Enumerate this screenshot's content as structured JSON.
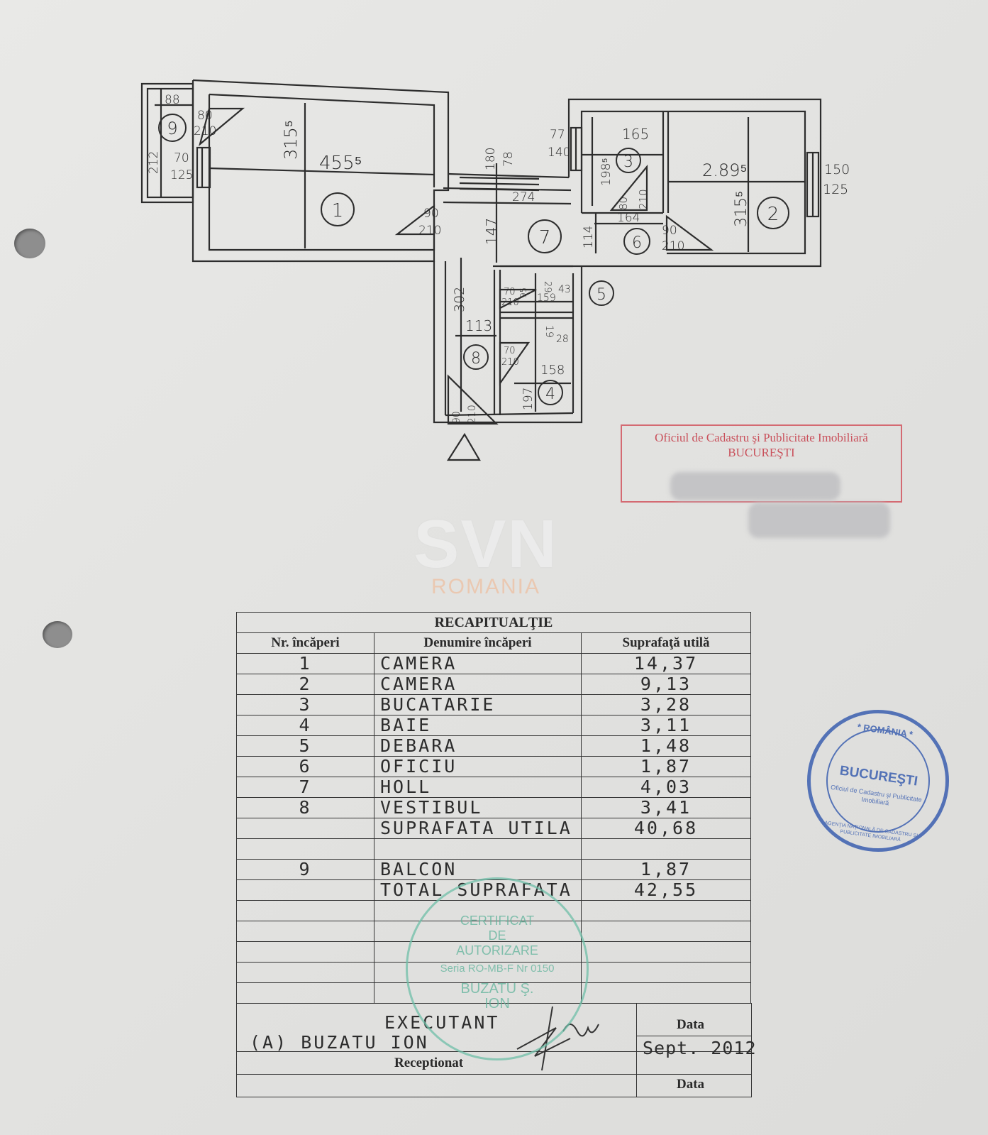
{
  "plan": {
    "rooms": [
      "1",
      "2",
      "3",
      "4",
      "5",
      "6",
      "7",
      "8",
      "9"
    ],
    "dims": {
      "balcony_w": "88",
      "balcony_h": "212",
      "door9_w": "80",
      "door9_h": "210",
      "win1_w": "70",
      "win1_h": "125",
      "room1_h": "315⁵",
      "room1_w": "455⁵",
      "door1_w": "90",
      "door1_h": "210",
      "hall_top1": "180",
      "hall_top2": "78",
      "hall_w": "274",
      "hall_h": "147",
      "win3_w": "77",
      "win3_h": "140",
      "room3_w": "165",
      "room3_h": "198⁵",
      "door3_w": "80",
      "door3_h": "210",
      "room6_w": "164",
      "room6_h": "114",
      "door6_w": "90",
      "door6_h": "210",
      "room2_w": "2.89⁵",
      "room2_h": "315⁵",
      "win2_w": "150",
      "win2_h": "125",
      "corr_h": "302",
      "corr_w": "113",
      "door5_w": "70",
      "door5_h": "210",
      "d5a": "29",
      "d5b": "43",
      "d5c": "95",
      "d5d": "159",
      "d4a": "19",
      "d4b": "28",
      "door4_w": "70",
      "door4_h": "210",
      "room4_w": "158",
      "room4_h": "197",
      "entry_w": "90",
      "entry_h": "210"
    }
  },
  "red_stamp": {
    "line1": "Oficiul de Cadastru şi Publicitate Imobiliară",
    "line2": "BUCUREŞTI"
  },
  "watermark": {
    "logo": "SVN",
    "sub": "ROMANIA"
  },
  "table": {
    "title": "RECAPITUALŢIE",
    "headers": [
      "Nr. încăperi",
      "Denumire încăperi",
      "Suprafaţă utilă"
    ],
    "rows": [
      {
        "nr": "1",
        "name": "CAMERA",
        "area": "14,37"
      },
      {
        "nr": "2",
        "name": "CAMERA",
        "area": "9,13"
      },
      {
        "nr": "3",
        "name": "BUCATARIE",
        "area": "3,28"
      },
      {
        "nr": "4",
        "name": "BAIE",
        "area": "3,11"
      },
      {
        "nr": "5",
        "name": "DEBARA",
        "area": "1,48"
      },
      {
        "nr": "6",
        "name": "OFICIU",
        "area": "1,87"
      },
      {
        "nr": "7",
        "name": "HOLL",
        "area": "4,03"
      },
      {
        "nr": "8",
        "name": "VESTIBUL",
        "area": "3,41"
      },
      {
        "nr": "",
        "name": "SUPRAFATA UTILA",
        "area": "40,68"
      },
      {
        "nr": "",
        "name": "",
        "area": ""
      },
      {
        "nr": "9",
        "name": "BALCON",
        "area": "1,87"
      },
      {
        "nr": "",
        "name": "TOTAL SUPRAFATA",
        "area": "42,55"
      }
    ],
    "executant_label": "EXECUTANT",
    "executant_name": "(A) BUZATU ION",
    "receptionat_label": "Receptionat",
    "data_label": "Data",
    "data_value": "Sept. 2012",
    "data_label2": "Data"
  },
  "green_stamp": {
    "line1": "CERTIFICAT",
    "line2": "DE",
    "line3": "AUTORIZARE",
    "line4": "Seria RO-MB-F Nr 0150",
    "line5": "BUZATU Ş.",
    "line6": "ION"
  },
  "blue_stamp": {
    "top": "* ROMÂNIA *",
    "center": "BUCUREŞTI",
    "ring": "AGENŢIA NAŢIONALĂ DE CADASTRU ŞI PUBLICITATE IMOBILIARĂ",
    "inner": "Oficiul de Cadastru şi Publicitate Imobiliară"
  }
}
